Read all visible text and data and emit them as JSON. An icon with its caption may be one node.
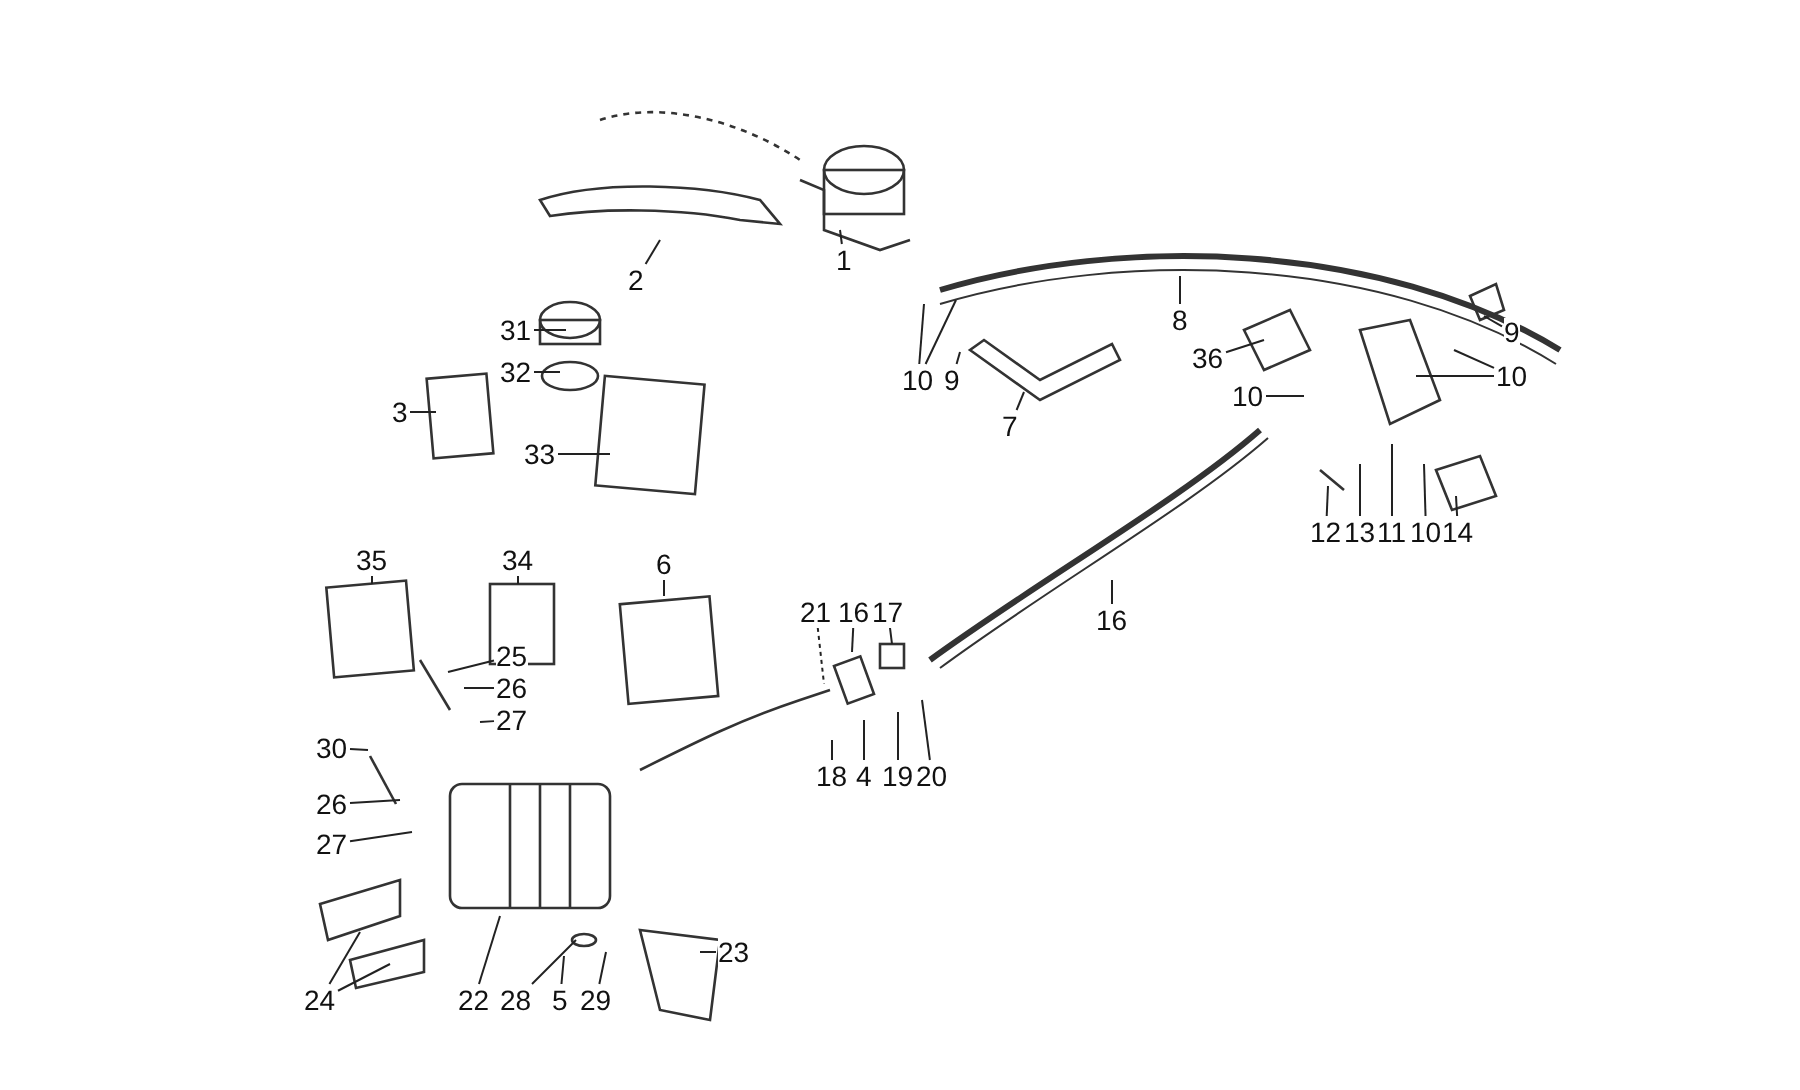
{
  "diagram": {
    "nodes": [
      {
        "text": [
          "1"
        ]
      },
      {
        "text": [
          "2"
        ]
      },
      {
        "text": [
          "31"
        ]
      },
      {
        "text": [
          "32"
        ]
      },
      {
        "text": [
          "10"
        ]
      },
      {
        "text": [
          "9"
        ]
      },
      {
        "text": [
          "7"
        ]
      },
      {
        "text": [
          "8"
        ]
      },
      {
        "text": [
          "36"
        ]
      },
      {
        "text": [
          "9"
        ]
      },
      {
        "text": [
          "10"
        ]
      },
      {
        "text": [
          "10"
        ]
      },
      {
        "text": [
          "12"
        ]
      },
      {
        "text": [
          "13"
        ]
      },
      {
        "text": [
          "11"
        ]
      },
      {
        "text": [
          "10"
        ]
      },
      {
        "text": [
          "14"
        ]
      },
      {
        "text": [
          "3"
        ]
      },
      {
        "text": [
          "33"
        ]
      },
      {
        "text": [
          "35"
        ]
      },
      {
        "text": [
          "34"
        ]
      },
      {
        "text": [
          "6"
        ]
      },
      {
        "text": [
          "16"
        ]
      },
      {
        "text": [
          "21"
        ]
      },
      {
        "text": [
          "16"
        ]
      },
      {
        "text": [
          "17"
        ]
      },
      {
        "text": [
          "25"
        ]
      },
      {
        "text": [
          "26"
        ]
      },
      {
        "text": [
          "27"
        ]
      },
      {
        "text": [
          "18"
        ]
      },
      {
        "text": [
          "4"
        ]
      },
      {
        "text": [
          "19"
        ]
      },
      {
        "text": [
          "20"
        ]
      },
      {
        "text": [
          "30"
        ]
      },
      {
        "text": [
          "26"
        ]
      },
      {
        "text": [
          "27"
        ]
      },
      {
        "text": [
          "24"
        ]
      },
      {
        "text": [
          "22"
        ]
      },
      {
        "text": [
          "28"
        ]
      },
      {
        "text": [
          "5"
        ]
      },
      {
        "text": [
          "29"
        ]
      },
      {
        "text": [
          "23"
        ]
      }
    ],
    "edges": [
      {
        "from": 0,
        "to": null,
        "arrow": "none"
      },
      {
        "from": 1,
        "to": null,
        "arrow": "none"
      },
      {
        "from": 2,
        "to": null,
        "arrow": "none"
      },
      {
        "from": 3,
        "to": null,
        "arrow": "none"
      },
      {
        "from": 4,
        "to": null,
        "arrow": "none"
      },
      {
        "from": 4,
        "to": null,
        "arrow": "none"
      },
      {
        "from": 5,
        "to": null,
        "arrow": "none"
      },
      {
        "from": 6,
        "to": null,
        "arrow": "none"
      },
      {
        "from": 7,
        "to": null,
        "arrow": "none"
      },
      {
        "from": 8,
        "to": null,
        "arrow": "none"
      },
      {
        "from": 9,
        "to": null,
        "arrow": "none"
      },
      {
        "from": 10,
        "to": null,
        "arrow": "none"
      },
      {
        "from": 10,
        "to": null,
        "arrow": "none"
      },
      {
        "from": 11,
        "to": null,
        "arrow": "none"
      },
      {
        "from": 12,
        "to": null,
        "arrow": "none"
      },
      {
        "from": 13,
        "to": null,
        "arrow": "none"
      },
      {
        "from": 14,
        "to": null,
        "arrow": "none"
      },
      {
        "from": 15,
        "to": null,
        "arrow": "none"
      },
      {
        "from": 16,
        "to": null,
        "arrow": "none"
      },
      {
        "from": 17,
        "to": null,
        "arrow": "none"
      },
      {
        "from": 18,
        "to": null,
        "arrow": "none"
      },
      {
        "from": 19,
        "to": null,
        "arrow": "none"
      },
      {
        "from": 20,
        "to": null,
        "arrow": "none"
      },
      {
        "from": 21,
        "to": null,
        "arrow": "none"
      },
      {
        "from": 22,
        "to": null,
        "arrow": "none"
      },
      {
        "from": 23,
        "to": null,
        "arrow": "none",
        "style": "dashed"
      },
      {
        "from": 24,
        "to": null,
        "arrow": "none"
      },
      {
        "from": 25,
        "to": null,
        "arrow": "none"
      },
      {
        "from": 26,
        "to": null,
        "arrow": "none"
      },
      {
        "from": 27,
        "to": null,
        "arrow": "none"
      },
      {
        "from": 28,
        "to": null,
        "arrow": "none"
      },
      {
        "from": 29,
        "to": null,
        "arrow": "none"
      },
      {
        "from": 30,
        "to": null,
        "arrow": "none"
      },
      {
        "from": 31,
        "to": null,
        "arrow": "none"
      },
      {
        "from": 32,
        "to": null,
        "arrow": "none"
      },
      {
        "from": 33,
        "to": null,
        "arrow": "none"
      },
      {
        "from": 34,
        "to": null,
        "arrow": "none"
      },
      {
        "from": 35,
        "to": null,
        "arrow": "none"
      },
      {
        "from": 36,
        "to": null,
        "arrow": "none"
      },
      {
        "from": 36,
        "to": null,
        "arrow": "none"
      },
      {
        "from": 37,
        "to": null,
        "arrow": "none"
      },
      {
        "from": 38,
        "to": null,
        "arrow": "none"
      },
      {
        "from": 39,
        "to": null,
        "arrow": "none"
      },
      {
        "from": 40,
        "to": null,
        "arrow": "none"
      },
      {
        "from": 41,
        "to": null,
        "arrow": "none"
      }
    ]
  }
}
